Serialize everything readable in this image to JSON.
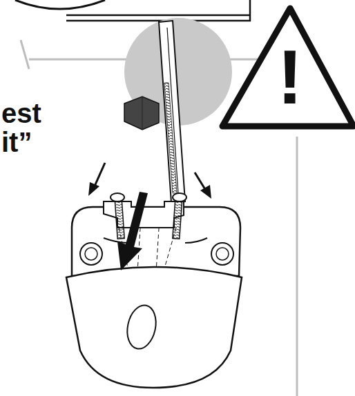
{
  "diagram": {
    "labels": [
      "est",
      "it”",
      "!"
    ]
  }
}
